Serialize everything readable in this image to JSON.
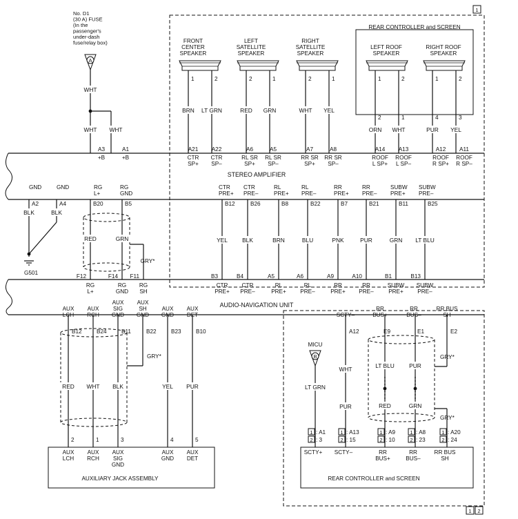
{
  "page_badges": {
    "top_right": "1",
    "bottom_right_1": "1",
    "bottom_right_2": "2"
  },
  "fuse": {
    "line1": "No. D1",
    "line2": "(30 A) FUSE",
    "line3": "(In the",
    "line4": "passenger's",
    "line5": "under-dash",
    "line6": "fuse/relay box)",
    "marker": "A"
  },
  "top_wires": {
    "feed": "WHT",
    "left": "WHT",
    "right": "WHT"
  },
  "amp_top_pins": [
    {
      "pin": "A3",
      "l1": "+B",
      "l2": ""
    },
    {
      "pin": "A1",
      "l1": "+B",
      "l2": ""
    },
    {
      "pin": "A21",
      "l1": "CTR",
      "l2": "SP+"
    },
    {
      "pin": "A22",
      "l1": "CTR",
      "l2": "SP–"
    },
    {
      "pin": "A6",
      "l1": "RL SR",
      "l2": "SP+"
    },
    {
      "pin": "A5",
      "l1": "RL SR",
      "l2": "SP–"
    },
    {
      "pin": "A7",
      "l1": "RR SR",
      "l2": "SP+"
    },
    {
      "pin": "A8",
      "l1": "RR SR",
      "l2": "SP–"
    },
    {
      "pin": "A14",
      "l1": "ROOF",
      "l2": "L SP+"
    },
    {
      "pin": "A13",
      "l1": "ROOF",
      "l2": "L SP–"
    },
    {
      "pin": "A12",
      "l1": "ROOF",
      "l2": "R SP+"
    },
    {
      "pin": "A11",
      "l1": "ROOF",
      "l2": "R SP–"
    }
  ],
  "speakers": [
    {
      "l1": "FRONT",
      "l2": "CENTER",
      "l3": "SPEAKER",
      "p1": "1",
      "p2": "2",
      "w1": "BRN",
      "w2": "LT GRN"
    },
    {
      "l1": "LEFT",
      "l2": "SATELLITE",
      "l3": "SPEAKER",
      "p1": "2",
      "p2": "1",
      "w1": "RED",
      "w2": "GRN"
    },
    {
      "l1": "RIGHT",
      "l2": "SATELLITE",
      "l3": "SPEAKER",
      "p1": "2",
      "p2": "1",
      "w1": "WHT",
      "w2": "YEL"
    }
  ],
  "rear_box": {
    "title": "REAR CONTROLLER and SCREEN"
  },
  "roof_speakers": [
    {
      "l1": "LEFT ROOF",
      "l2": "SPEAKER",
      "p1": "1",
      "p2": "2",
      "p3": "2",
      "p4": "1",
      "w1": "ORN",
      "w2": "WHT"
    },
    {
      "l1": "RIGHT ROOF",
      "l2": "SPEAKER",
      "p1": "1",
      "p2": "2",
      "p3": "4",
      "p4": "3",
      "w1": "PUR",
      "w2": "YEL"
    }
  ],
  "amp": {
    "title": "STEREO AMPLIFIER"
  },
  "amp_bottom_pins": [
    {
      "pin": "A2",
      "l1": "GND",
      "l2": ""
    },
    {
      "pin": "A4",
      "l1": "GND",
      "l2": ""
    },
    {
      "pin": "B20",
      "l1": "RG",
      "l2": "L+"
    },
    {
      "pin": "B5",
      "l1": "RG",
      "l2": "GND"
    },
    {
      "pin": "B12",
      "l1": "CTR",
      "l2": "PRE+"
    },
    {
      "pin": "B26",
      "l1": "CTR",
      "l2": "PRE–"
    },
    {
      "pin": "B8",
      "l1": "RL",
      "l2": "PRE+"
    },
    {
      "pin": "B22",
      "l1": "RL",
      "l2": "PRE–"
    },
    {
      "pin": "B7",
      "l1": "RR",
      "l2": "PRE+"
    },
    {
      "pin": "B21",
      "l1": "RR",
      "l2": "PRE–"
    },
    {
      "pin": "B11",
      "l1": "SUBW",
      "l2": "PRE+"
    },
    {
      "pin": "B25",
      "l1": "SUBW",
      "l2": "PRE–"
    }
  ],
  "mid_wires": [
    "BLK",
    "BLK",
    "RED",
    "GRN",
    "YEL",
    "BLK",
    "BRN",
    "BLU",
    "PNK",
    "PUR",
    "GRN",
    "LT BLU"
  ],
  "shield_mid": "GRY*",
  "ground": "G501",
  "nav_top_pins": [
    {
      "pin": "F12",
      "l1": "RG",
      "l2": "L+"
    },
    {
      "pin": "F14",
      "l1": "RG",
      "l2": "GND"
    },
    {
      "pin": "F11",
      "l1": "RG",
      "l2": "SH"
    },
    {
      "pin": "B3",
      "l1": "CTR",
      "l2": "PRE+"
    },
    {
      "pin": "B4",
      "l1": "CTR",
      "l2": "PRE–"
    },
    {
      "pin": "A5",
      "l1": "RL",
      "l2": "PRE+"
    },
    {
      "pin": "A6",
      "l1": "RL",
      "l2": "PRE–"
    },
    {
      "pin": "A9",
      "l1": "RR",
      "l2": "PRE+"
    },
    {
      "pin": "A10",
      "l1": "RR",
      "l2": "PRE–"
    },
    {
      "pin": "B1",
      "l1": "SUBW",
      "l2": "PRE+"
    },
    {
      "pin": "B13",
      "l1": "SUBW",
      "l2": "PRE–"
    }
  ],
  "nav": {
    "title": "AUDIO-NAVIGATION UNIT"
  },
  "nav_bottom_pins": [
    {
      "pin": "B12",
      "l1": "AUX",
      "l2": "LCH",
      "l3": ""
    },
    {
      "pin": "B24",
      "l1": "AUX",
      "l2": "RCH",
      "l3": ""
    },
    {
      "pin": "B11",
      "l1": "AUX",
      "l2": "SIG",
      "l3": "GND"
    },
    {
      "pin": "B22",
      "l1": "AUX",
      "l2": "SH",
      "l3": "GND"
    },
    {
      "pin": "B23",
      "l1": "AUX",
      "l2": "GND",
      "l3": ""
    },
    {
      "pin": "B10",
      "l1": "AUX",
      "l2": "DET",
      "l3": ""
    },
    {
      "pin": "A12",
      "l1": "SCTY–",
      "l2": "",
      "l3": ""
    },
    {
      "pin": "E9",
      "l1": "RR",
      "l2": "BUS+",
      "l3": ""
    },
    {
      "pin": "E1",
      "l1": "RR",
      "l2": "BUS–",
      "l3": ""
    },
    {
      "pin": "E2",
      "l1": "RR BUS",
      "l2": "SH",
      "l3": ""
    }
  ],
  "aux_wires": [
    "RED",
    "WHT",
    "BLK",
    "YEL",
    "PUR"
  ],
  "shield_aux": "GRY*",
  "aux_box": {
    "title": "AUXILIARY JACK ASSEMBLY",
    "pins": [
      {
        "pin": "2",
        "l1": "AUX",
        "l2": "LCH",
        "l3": ""
      },
      {
        "pin": "1",
        "l1": "AUX",
        "l2": "RCH",
        "l3": ""
      },
      {
        "pin": "3",
        "l1": "AUX",
        "l2": "SIG",
        "l3": "GND"
      },
      {
        "pin": "4",
        "l1": "AUX",
        "l2": "GND",
        "l3": ""
      },
      {
        "pin": "5",
        "l1": "AUX",
        "l2": "DET",
        "l3": ""
      }
    ]
  },
  "micu": {
    "l1": "MICU",
    "marker": "B"
  },
  "rear_wires": {
    "micu": "LT GRN",
    "scty_top": "WHT",
    "scty_bot": "PUR",
    "bus_top1": "LT BLU",
    "bus_top2": "PUR",
    "bus_bot1": "RED",
    "bus_bot2": "GRN"
  },
  "shield_rear1": "GRY*",
  "shield_rear2": "GRY*",
  "rear_controller": {
    "title": "REAR CONTROLLER and SCREEN",
    "pins": [
      {
        "b1": "1",
        "t1": ": A1",
        "b2": "2",
        "t2": ": 3",
        "l1": "SCTY+",
        "l2": ""
      },
      {
        "b1": "1",
        "t1": ": A13",
        "b2": "2",
        "t2": ": 15",
        "l1": "SCTY–",
        "l2": ""
      },
      {
        "b1": "1",
        "t1": ": A9",
        "b2": "2",
        "t2": ": 10",
        "l1": "RR",
        "l2": "BUS+"
      },
      {
        "b1": "1",
        "t1": ": A8",
        "b2": "2",
        "t2": ": 23",
        "l1": "RR",
        "l2": "BUS–"
      },
      {
        "b1": "1",
        "t1": ": A20",
        "b2": "2",
        "t2": ": 24",
        "l1": "RR BUS",
        "l2": "SH"
      }
    ]
  }
}
